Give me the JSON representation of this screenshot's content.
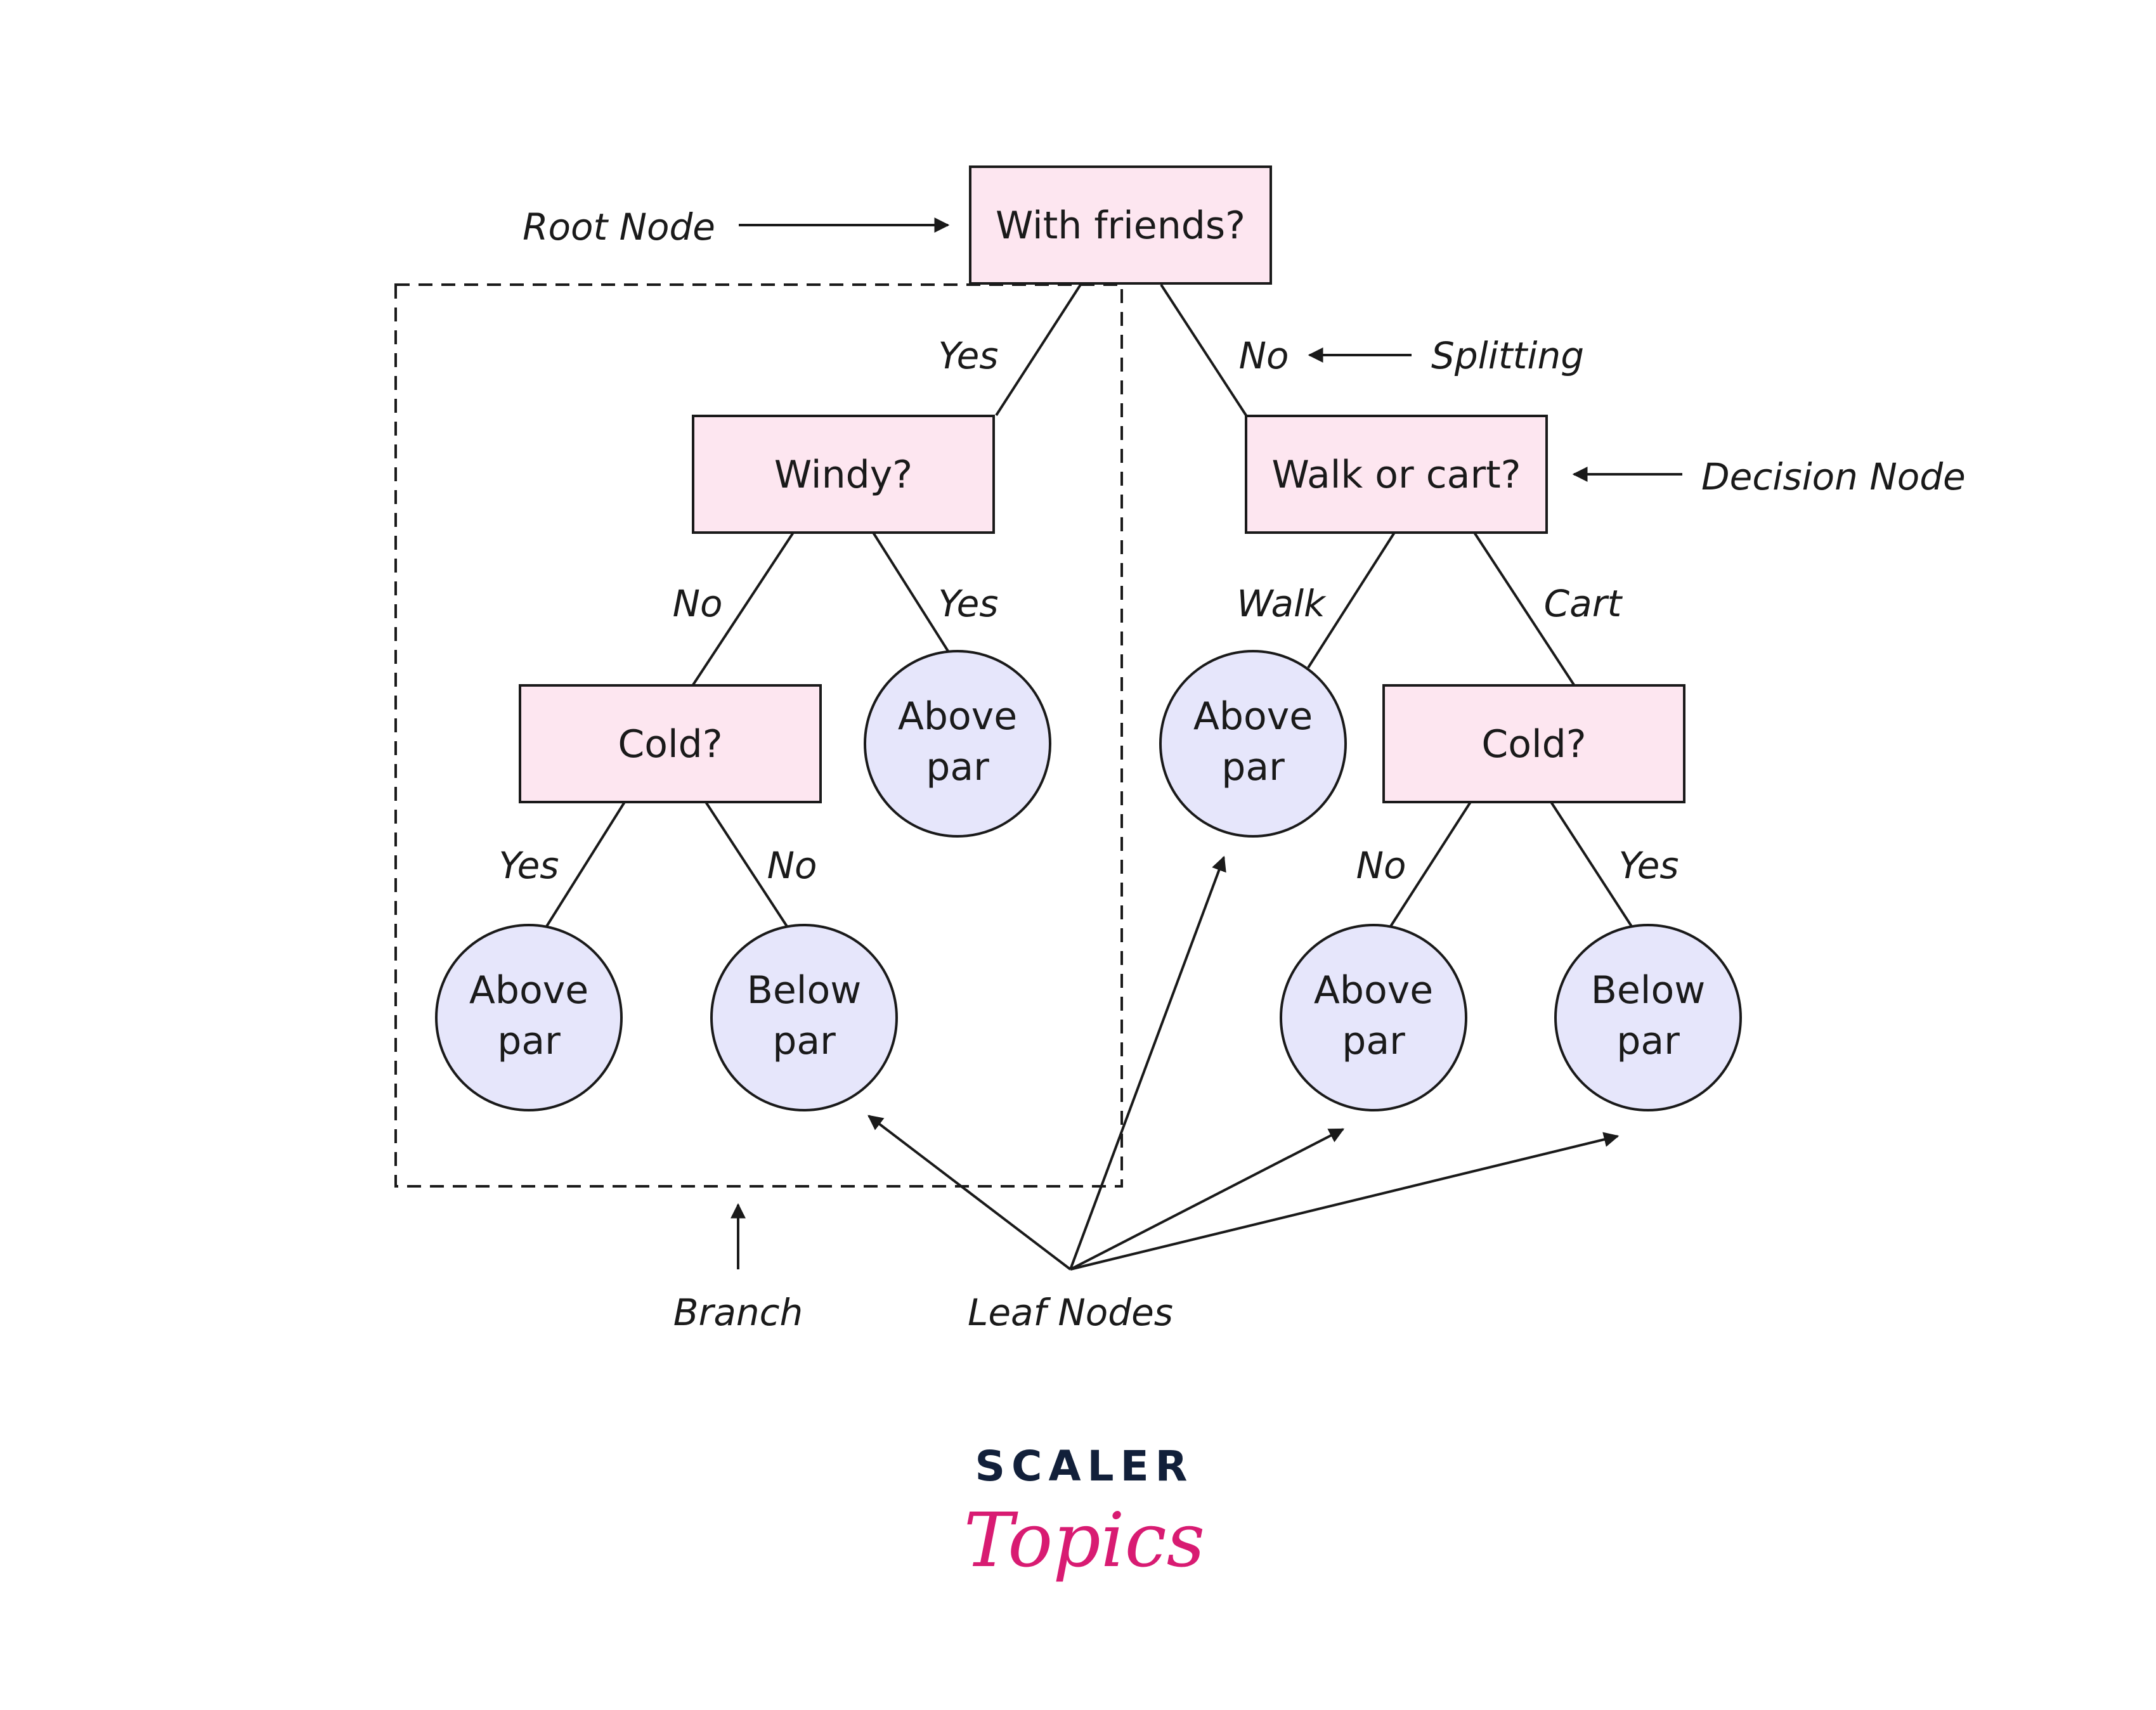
{
  "nodes": {
    "root": "With friends?",
    "windy": "Windy?",
    "walk_or_cart": "Walk or cart?",
    "cold_left": "Cold?",
    "cold_right": "Cold?",
    "leaf_windy_yes": [
      "Above",
      "par"
    ],
    "leaf_walk": [
      "Above",
      "par"
    ],
    "leaf_cold_left_yes": [
      "Above",
      "par"
    ],
    "leaf_cold_left_no": [
      "Below",
      "par"
    ],
    "leaf_cold_right_no": [
      "Above",
      "par"
    ],
    "leaf_cold_right_yes": [
      "Below",
      "par"
    ]
  },
  "edge_labels": {
    "root_yes": "Yes",
    "root_no": "No",
    "windy_no": "No",
    "windy_yes": "Yes",
    "walk": "Walk",
    "cart": "Cart",
    "cold_left_yes": "Yes",
    "cold_left_no": "No",
    "cold_right_no": "No",
    "cold_right_yes": "Yes"
  },
  "annotations": {
    "root_node": "Root Node",
    "splitting": "Splitting",
    "decision_node": "Decision Node",
    "branch": "Branch",
    "leaf_nodes": "Leaf Nodes"
  },
  "logo": {
    "line1": "SCALER",
    "line2": "Topics",
    "colors": {
      "primary": "#12203a",
      "accent": "#d81b72"
    }
  },
  "colors": {
    "decision_fill": "#fde6f0",
    "leaf_fill": "#e6e6fb",
    "stroke": "#1a1a1a"
  }
}
